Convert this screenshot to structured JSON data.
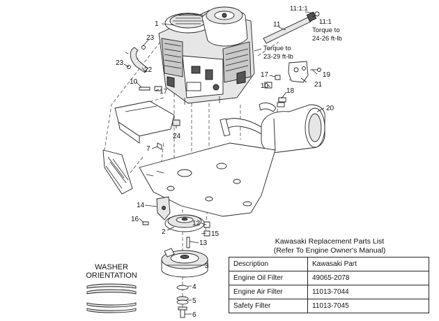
{
  "callouts": {
    "c1": "1",
    "c2": "2",
    "c3": "3",
    "c4": "4",
    "c5": "5",
    "c6": "6",
    "c7": "7",
    "c10a": "10",
    "c10b": "10",
    "c11": "11",
    "c12": "12",
    "c13": "13",
    "c14": "14",
    "c15": "15",
    "c16": "16",
    "c17a": "17",
    "c17b": "17",
    "c18": "18",
    "c19": "19",
    "c20": "20",
    "c21": "21",
    "c22": "22",
    "c23a": "23",
    "c23b": "23",
    "c24": "24"
  },
  "torque_notes": {
    "ratio_top": "11:1:1",
    "ratio": "11:1",
    "torque_a_line1": "Torque to",
    "torque_a_line2": "24-26 ft-lb",
    "torque_b_line1": "Torque to",
    "torque_b_line2": "23-29 ft-lb"
  },
  "washer": {
    "title_line1": "WASHER",
    "title_line2": "ORIENTATION"
  },
  "parts_table": {
    "title_line1": "Kawasaki Replacement Parts List",
    "title_line2": "(Refer To Engine Owner's Manual)",
    "headers": [
      "Description",
      "Kawasaki Part"
    ],
    "rows": [
      [
        "Engine Oil Filter",
        "49065-2078"
      ],
      [
        "Engine Air Filter",
        "11013-7044"
      ],
      [
        "Safety Filter",
        "11013-7045"
      ]
    ]
  }
}
